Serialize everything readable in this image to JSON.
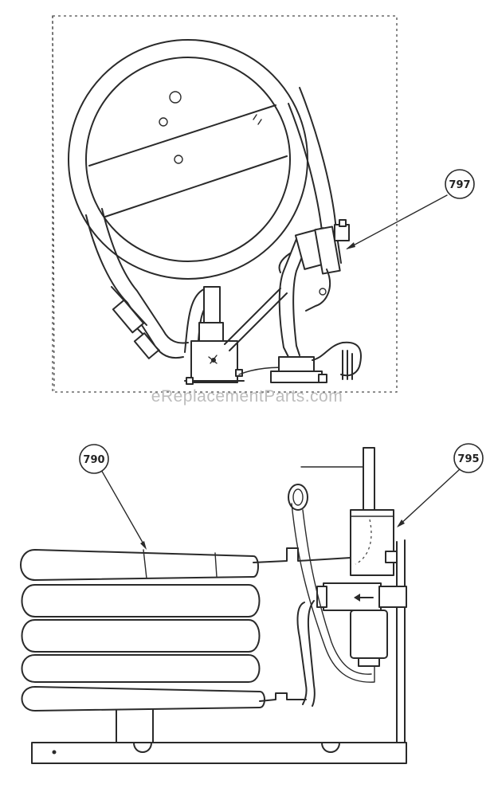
{
  "watermark": "eReplacementParts.com",
  "callouts": [
    {
      "id": "797",
      "label": "797"
    },
    {
      "id": "790",
      "label": "790"
    },
    {
      "id": "795",
      "label": "795"
    }
  ]
}
